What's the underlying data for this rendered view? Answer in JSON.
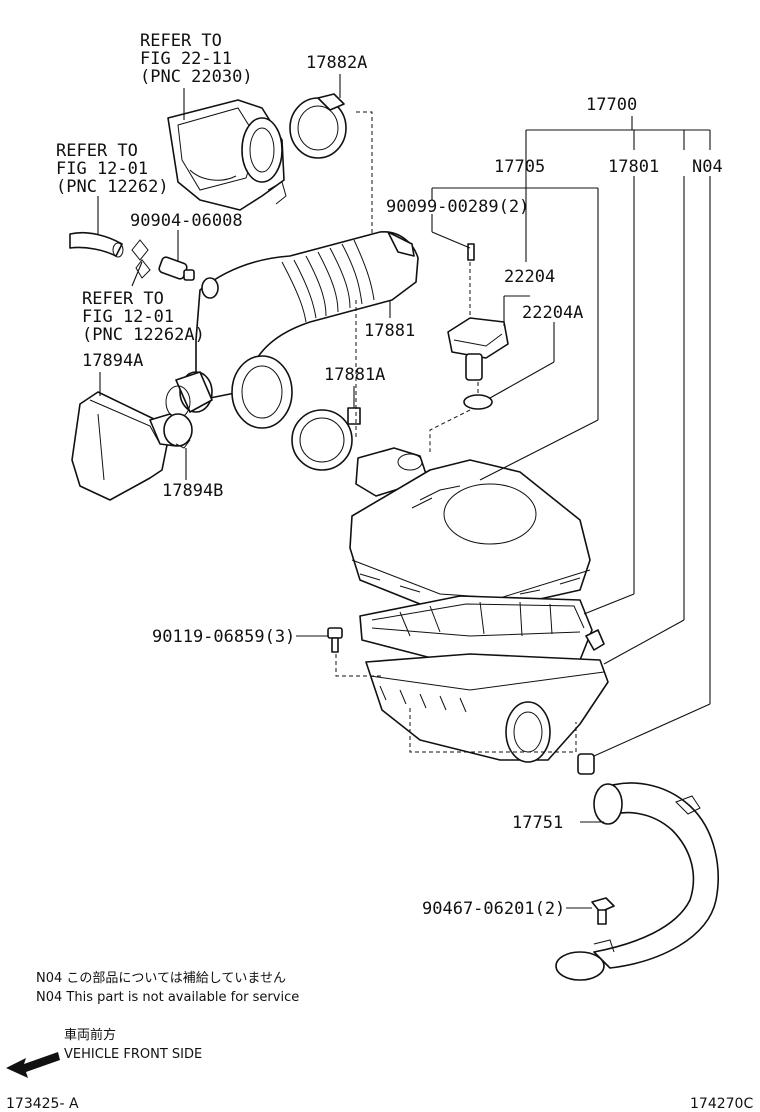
{
  "labels": {
    "refer_throttle": [
      "REFER TO",
      "FIG 22-11",
      "(PNC 22030)"
    ],
    "refer_hose1": [
      "REFER TO",
      "FIG 12-01",
      "(PNC 12262)"
    ],
    "refer_hose2": [
      "REFER TO",
      "FIG 12-01",
      "(PNC 12262A)"
    ],
    "p17882A": "17882A",
    "p17700": "17700",
    "p17705": "17705",
    "p17801": "17801",
    "pN04": "N04",
    "p90904": "90904-06008",
    "p90099": "90099-00289(2)",
    "p22204": "22204",
    "p22204A": "22204A",
    "p17881": "17881",
    "p17894A": "17894A",
    "p17881A": "17881A",
    "p17894B": "17894B",
    "p90119": "90119-06859(3)",
    "p17751": "17751",
    "p90467": "90467-06201(2)"
  },
  "notes": {
    "n04_jp": "N04 この部品については補給していません",
    "n04_en": "N04 This part is not available for service",
    "front_jp": "車両前方",
    "front_en": "VEHICLE FRONT SIDE"
  },
  "footer": {
    "left_code": "173425- A",
    "right_code": "174270C"
  },
  "icons": {
    "front_arrow": "arrow-left-icon"
  }
}
